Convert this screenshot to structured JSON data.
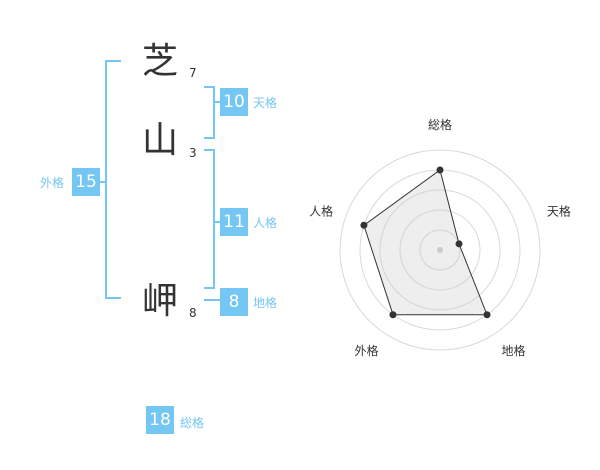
{
  "name": {
    "chars": [
      {
        "char": "芝",
        "strokes": "7"
      },
      {
        "char": "山",
        "strokes": "3"
      },
      {
        "char": "岬",
        "strokes": "8"
      }
    ]
  },
  "kaku": {
    "tenkaku": {
      "label": "天格",
      "value": "10"
    },
    "jinkaku": {
      "label": "人格",
      "value": "11"
    },
    "chikaku": {
      "label": "地格",
      "value": "8"
    },
    "gaikaku": {
      "label": "外格",
      "value": "15"
    },
    "soukaku": {
      "label": "総格",
      "value": "18"
    }
  },
  "accent_color": "#74c6f3",
  "chart_data": {
    "type": "radar",
    "axes": [
      "総格",
      "天格",
      "地格",
      "外格",
      "人格"
    ],
    "values": [
      4,
      1,
      4,
      4,
      4
    ],
    "max": 5,
    "rings": 5
  }
}
